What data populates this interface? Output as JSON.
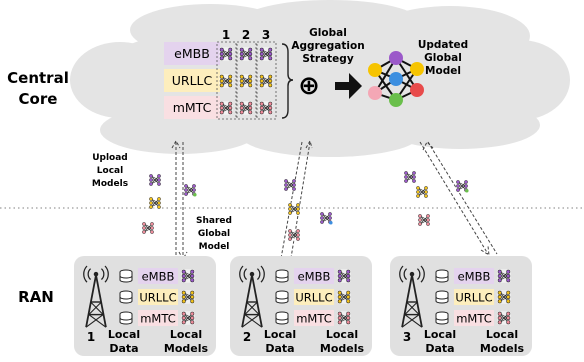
{
  "layers": {
    "central_core": [
      "Central",
      "Core"
    ],
    "ran": "RAN"
  },
  "cloud": {
    "columns": [
      "1",
      "2",
      "3"
    ],
    "slices": [
      "eMBB",
      "URLLC",
      "mMTC"
    ],
    "strategy_label": [
      "Global",
      "Aggregation",
      "Strategy"
    ],
    "plus_symbol": "⊕",
    "output_label": [
      "Updated",
      "Global",
      "Model"
    ]
  },
  "links": {
    "upload_label": [
      "Upload",
      "Local",
      "Models"
    ],
    "shared_label": [
      "Shared",
      "Global",
      "Model"
    ]
  },
  "stations": [
    {
      "number": "1",
      "slices": [
        "eMBB",
        "URLLC",
        "mMTC"
      ],
      "local_data": [
        "Local",
        "Data"
      ],
      "local_models": [
        "Local",
        "Models"
      ]
    },
    {
      "number": "2",
      "slices": [
        "eMBB",
        "URLLC",
        "mMTC"
      ],
      "local_data": [
        "Local",
        "Data"
      ],
      "local_models": [
        "Local",
        "Models"
      ]
    },
    {
      "number": "3",
      "slices": [
        "eMBB",
        "URLLC",
        "mMTC"
      ],
      "local_data": [
        "Local",
        "Data"
      ],
      "local_models": [
        "Local",
        "Models"
      ]
    }
  ],
  "colors": {
    "cloud": "#e4e4e4",
    "station_box": "#e0e0e0",
    "embb": "#e4d3ee",
    "urllc": "#fdeebd",
    "mmtc": "#f9dfe2",
    "embb_icon": "#9b59c9",
    "urllc_icon": "#f2c21b",
    "mmtc_icon": "#ef8c9b",
    "node_purple": "#9b59c9",
    "node_yellow": "#f6c400",
    "node_blue": "#3d8fe0",
    "node_pink": "#f4a7b5",
    "node_green": "#6abf4b",
    "node_red": "#e84b4b"
  }
}
